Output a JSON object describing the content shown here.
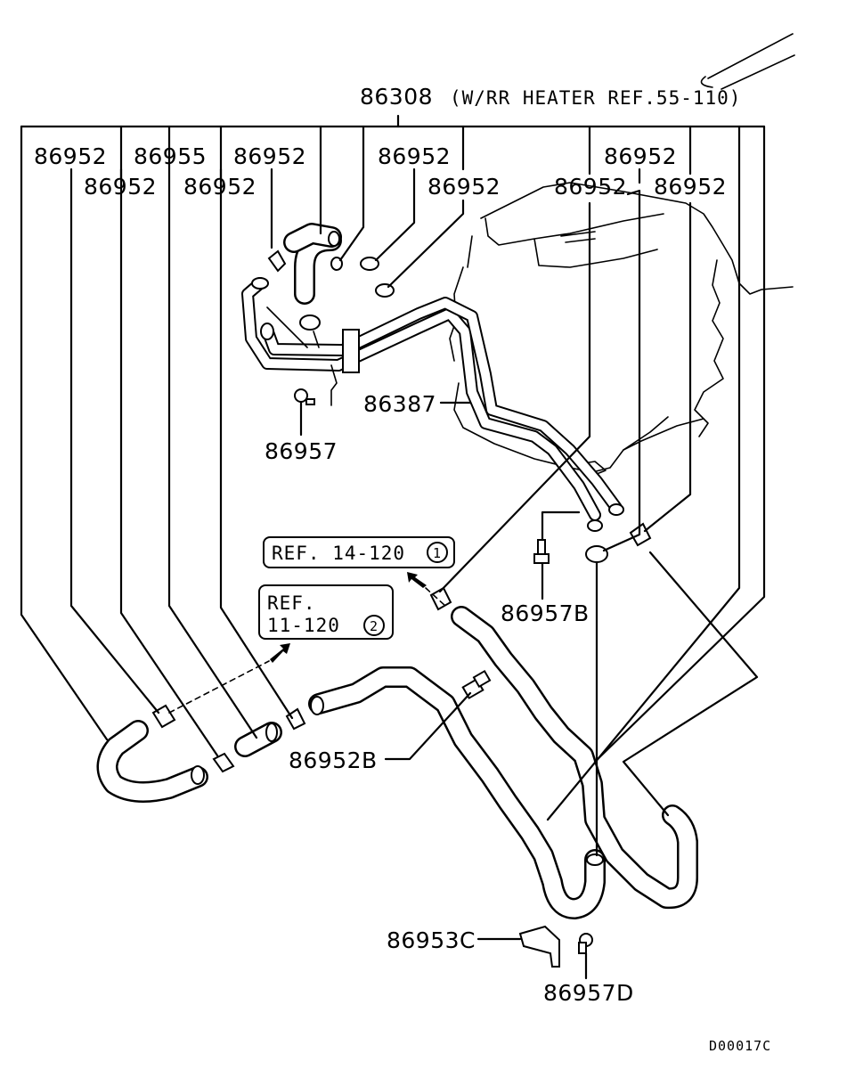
{
  "diagram_code": "D00017C",
  "main_assembly": {
    "part_no": "86308",
    "note": "(W/RR HEATER REF.55-110)"
  },
  "labels": {
    "c86952_a": "86952",
    "c86955": "86955",
    "c86952_b": "86952",
    "c86952_c": "86952",
    "c86952_d": "86952",
    "c86952_e": "86952",
    "c86952_f": "86952",
    "c86952_g": "86952",
    "c86952_h": "86952",
    "c86952_i": "86952",
    "c86387": "86387",
    "c86957": "86957",
    "c86957b": "86957B",
    "c86952b": "86952B",
    "c86953c": "86953C",
    "c86957d": "86957D"
  },
  "references": [
    {
      "text": "REF. 14-120",
      "marker": "1"
    },
    {
      "line1": "REF.",
      "line2": "11-120",
      "marker": "2"
    }
  ]
}
